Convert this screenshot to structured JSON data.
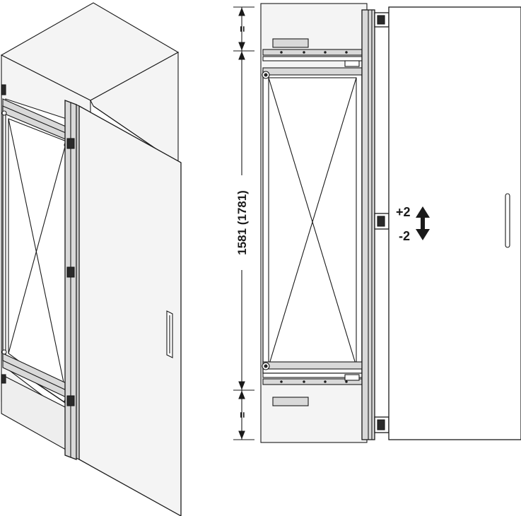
{
  "dimensions": {
    "height_label": "1581 (1781)",
    "top_gap_label": "=",
    "bottom_gap_label": "="
  },
  "adjustment": {
    "plus_label": "+2",
    "minus_label": "-2",
    "arrow_icon": "double-arrow-vertical-icon"
  },
  "colors": {
    "line": "#1a1a1a",
    "fill_white": "#ffffff",
    "panel_fill": "#f4f4f4",
    "frame_fill": "#e8e8e8",
    "rail_fill": "#d9d9d9",
    "dark_part": "#2a2a2a"
  }
}
